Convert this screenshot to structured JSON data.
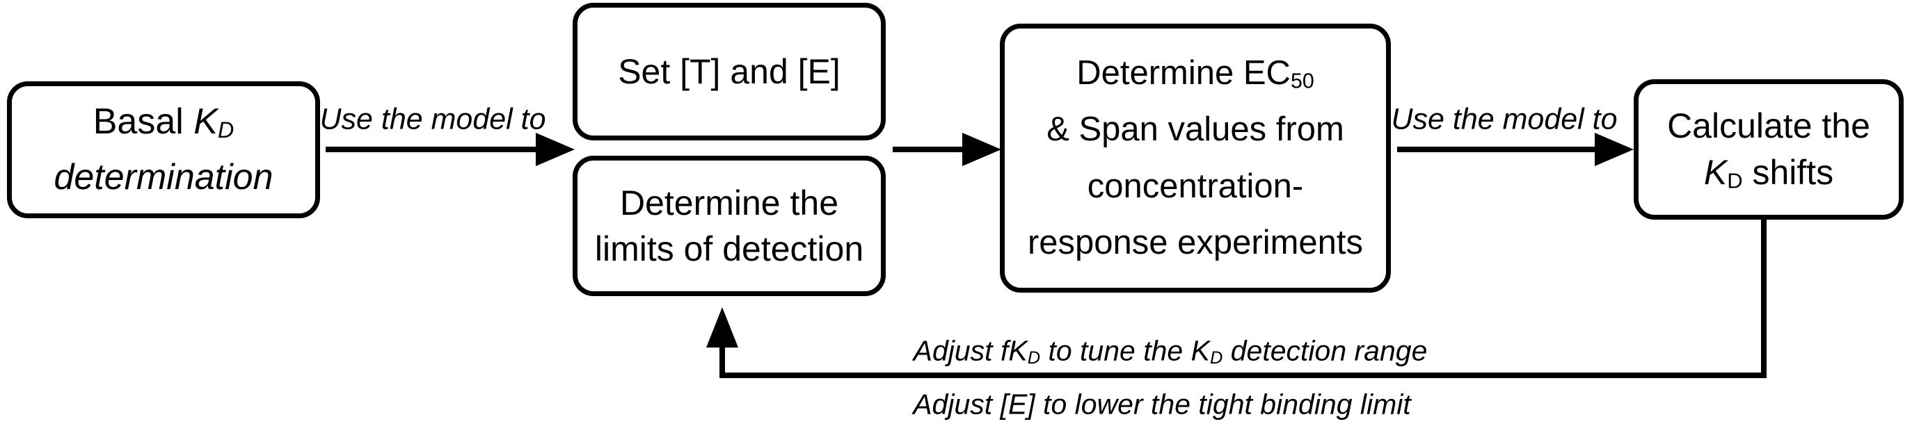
{
  "colors": {
    "ink": "#000000",
    "background": "#ffffff"
  },
  "boxes": {
    "basal": {
      "line1_pre": "Basal ",
      "k_symbol": "K",
      "k_subscript": "D",
      "line2": "determination"
    },
    "set_te": {
      "label": "Set [T] and [E]"
    },
    "limits": {
      "line1": "Determine the",
      "line2": "limits of detection"
    },
    "ec50": {
      "line1_pre": "Determine EC",
      "line1_sub": "50",
      "line2": "& Span values from",
      "line3": "concentration-",
      "line4": "response experiments"
    },
    "calc": {
      "line1": "Calculate the",
      "k_symbol": "K",
      "k_subscript": "D",
      "line2_post": " shifts"
    }
  },
  "edge_labels": {
    "use_model_1": "Use the model to",
    "use_model_2": "Use the model to",
    "feedback_top": {
      "part1": "Adjust fK",
      "sub1": "D",
      "part2": " to tune the K",
      "sub2": "D",
      "part3": " detection range"
    },
    "feedback_bottom": "Adjust [E] to lower the tight binding limit"
  }
}
